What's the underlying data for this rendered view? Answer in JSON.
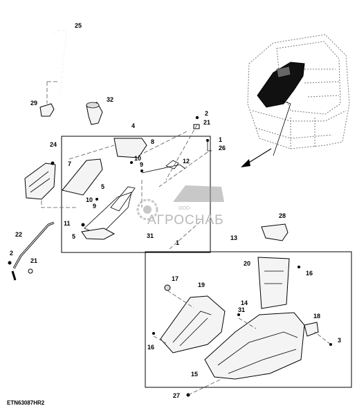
{
  "diagram": {
    "reference_code": "ETN63087HR2",
    "watermark": {
      "company_prefix": "ООО",
      "company_name": "АГРОСНАБ"
    },
    "callouts": [
      "25",
      "29",
      "32",
      "4",
      "8",
      "2",
      "21",
      "1",
      "26",
      "24",
      "7",
      "10",
      "9",
      "12",
      "5",
      "10",
      "9",
      "11",
      "5",
      "31",
      "1",
      "22",
      "2",
      "21",
      "28",
      "13",
      "20",
      "16",
      "17",
      "19",
      "14",
      "31",
      "18",
      "3",
      "16",
      "15",
      "27"
    ]
  }
}
